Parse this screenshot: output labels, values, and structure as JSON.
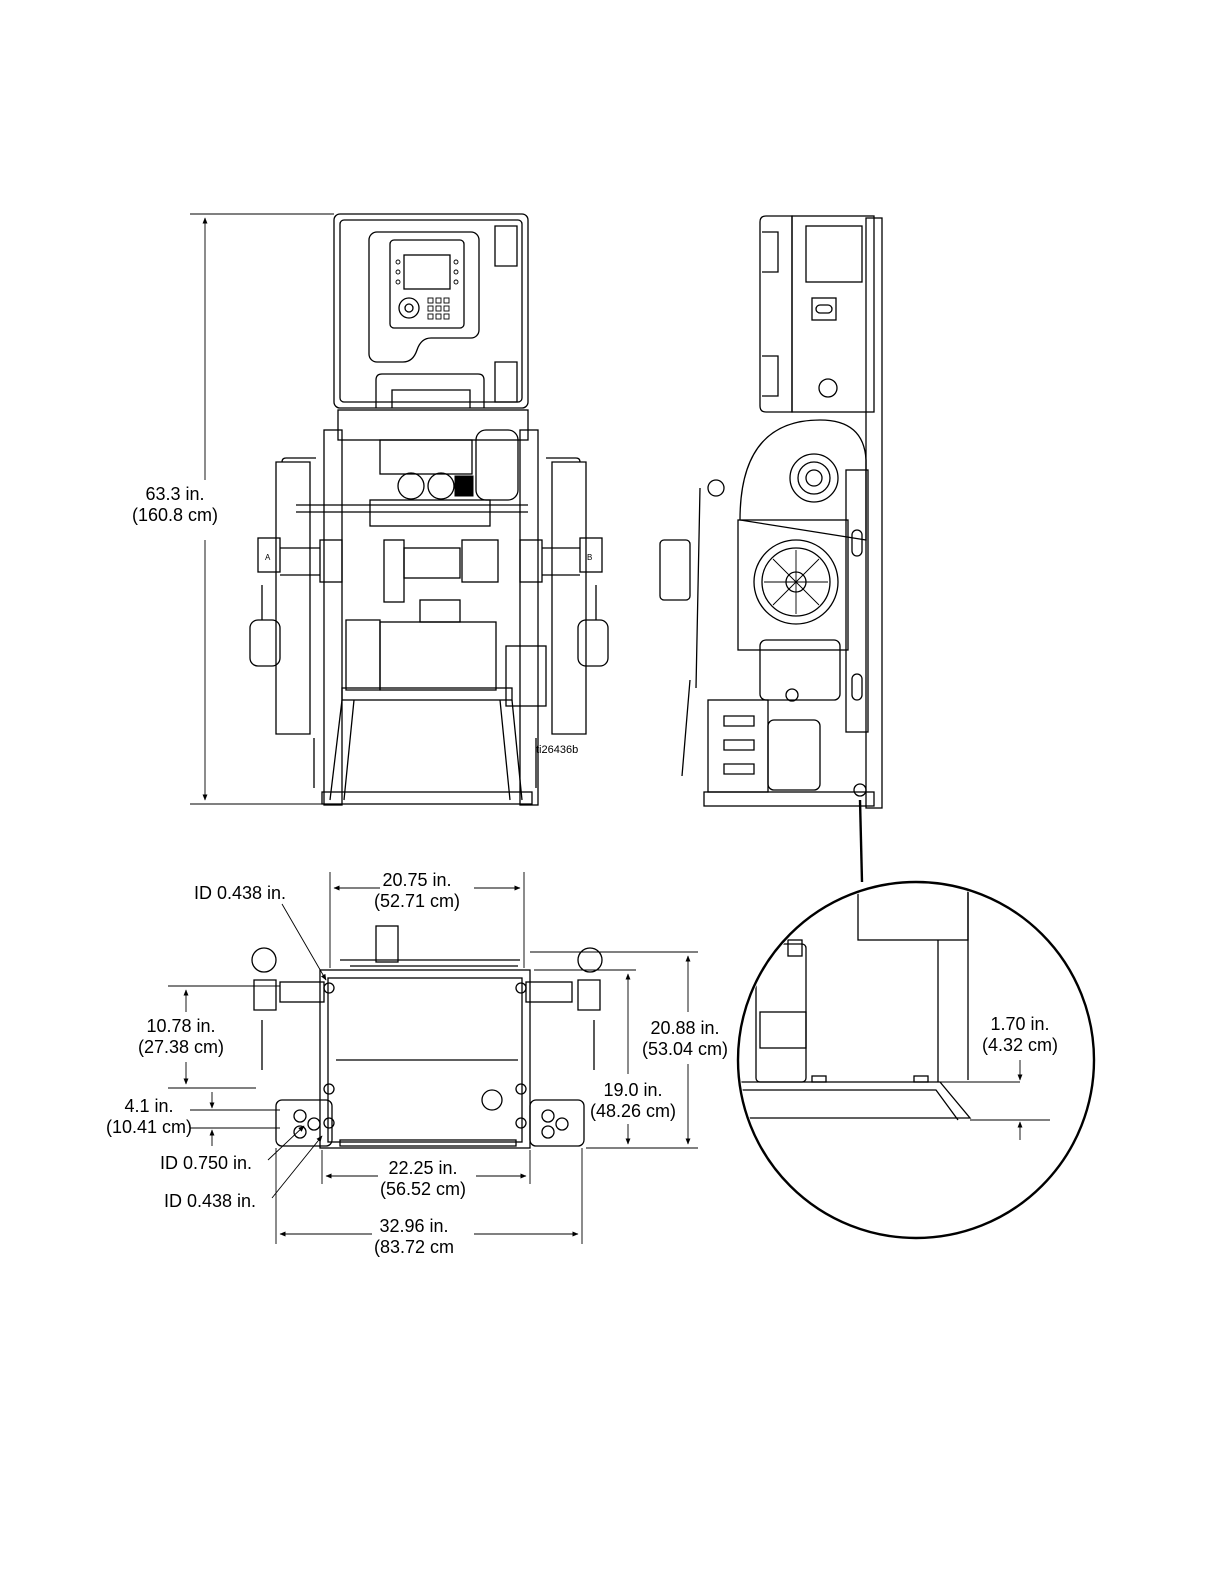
{
  "figure_id": "ti26436b",
  "dimensions": {
    "height_total": {
      "imperial": "63.3 in.",
      "metric": "(160.8 cm)"
    },
    "width_frame": {
      "imperial": "20.75 in.",
      "metric": "(52.71 cm)"
    },
    "id_top": {
      "text": "ID 0.438 in."
    },
    "depth_mount": {
      "imperial": "10.78 in.",
      "metric": "(27.38 cm)"
    },
    "offset_mount": {
      "imperial": "4.1 in.",
      "metric": "(10.41 cm)"
    },
    "id_inlet": {
      "text": "ID 0.750 in."
    },
    "id_bottom": {
      "text": "ID 0.438 in."
    },
    "depth_total": {
      "imperial": "20.88 in.",
      "metric": "(53.04 cm)"
    },
    "depth_frame": {
      "imperial": "19.0 in.",
      "metric": "(48.26 cm)"
    },
    "width_base": {
      "imperial": "22.25 in.",
      "metric": "(56.52 cm)"
    },
    "width_total": {
      "imperial": "32.96 in.",
      "metric": "(83.72 cm"
    },
    "clearance_detail": {
      "imperial": "1.70 in.",
      "metric": "(4.32 cm)"
    }
  }
}
